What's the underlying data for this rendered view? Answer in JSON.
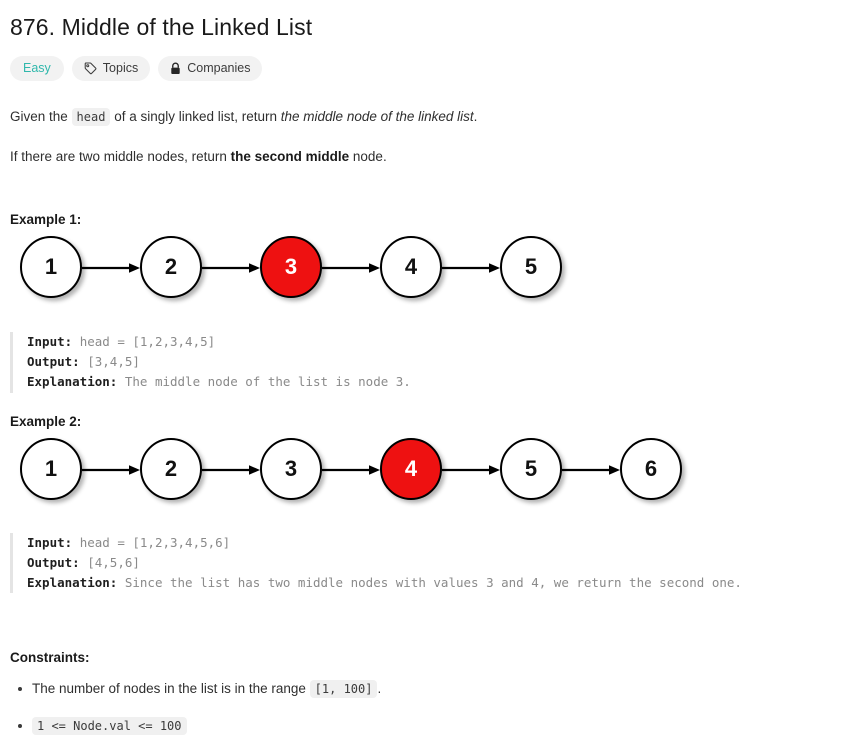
{
  "problem": {
    "title": "876. Middle of the Linked List",
    "badges": [
      {
        "label": "Easy",
        "icon": "none",
        "kind": "difficulty"
      },
      {
        "label": "Topics",
        "icon": "tag-icon",
        "kind": "topics"
      },
      {
        "label": "Companies",
        "icon": "lock-icon",
        "kind": "companies"
      }
    ],
    "colors": {
      "easy": "#30b8ac",
      "highlight_node": "#ee1111",
      "node_border": "#000000",
      "badge_bg": "#f2f2f2",
      "inline_code_bg": "#f0f0f0",
      "code_bar": "#e4e4e4"
    },
    "description": {
      "p1_prefix": "Given the ",
      "p1_code": "head",
      "p1_mid": " of a singly linked list, return ",
      "p1_italic": "the middle node of the linked list",
      "p1_suffix": ".",
      "p2_prefix": "If there are two middle nodes, return ",
      "p2_bold": "the second middle",
      "p2_suffix": " node."
    },
    "examples": [
      {
        "heading": "Example 1:",
        "diagram": {
          "nodes": [
            "1",
            "2",
            "3",
            "4",
            "5"
          ],
          "highlight_index": 2
        },
        "input_label": "Input:",
        "input_value": "head = [1,2,3,4,5]",
        "output_label": "Output:",
        "output_value": "[3,4,5]",
        "explanation_label": "Explanation:",
        "explanation_value": "The middle node of the list is node 3."
      },
      {
        "heading": "Example 2:",
        "diagram": {
          "nodes": [
            "1",
            "2",
            "3",
            "4",
            "5",
            "6"
          ],
          "highlight_index": 3
        },
        "input_label": "Input:",
        "input_value": "head = [1,2,3,4,5,6]",
        "output_label": "Output:",
        "output_value": "[4,5,6]",
        "explanation_label": "Explanation:",
        "explanation_value": "Since the list has two middle nodes with values 3 and 4, we return the second one."
      }
    ],
    "constraints": {
      "heading": "Constraints:",
      "items": [
        {
          "text_before": "The number of nodes in the list is in the range ",
          "code": "[1, 100]",
          "text_after": "."
        },
        {
          "text_before": "",
          "code": "1 <= Node.val <= 100",
          "text_after": ""
        }
      ]
    }
  }
}
